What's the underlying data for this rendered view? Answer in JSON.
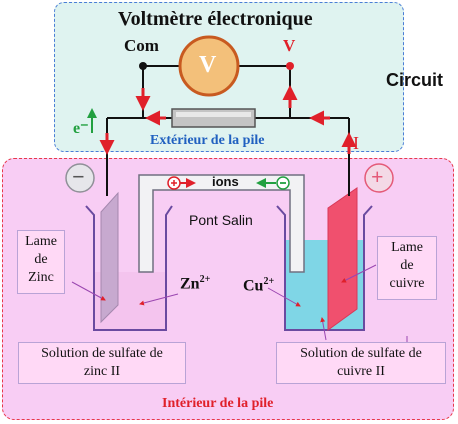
{
  "title": "Voltmètre électronique",
  "voltmeter": {
    "symbol": "V",
    "com_label": "Com",
    "v_label": "V"
  },
  "circuit_label": "Circuit",
  "exterior_label": "Extérieur de la pile",
  "interior_label": "Intérieur de la pile",
  "electron_label": "e⁻",
  "current_label": "I",
  "minus_symbol": "−",
  "plus_symbol": "+",
  "ions_label": "ions",
  "salt_bridge_label": "Pont Salin",
  "zinc_plate_label": [
    "Lame",
    "de",
    "Zinc"
  ],
  "copper_plate_label": [
    "Lame",
    "de",
    "cuivre"
  ],
  "zinc_ion": {
    "symbol": "Zn",
    "charge": "2+"
  },
  "copper_ion": {
    "symbol": "Cu",
    "charge": "2+"
  },
  "zinc_solution_label": [
    "Solution de sulfate de",
    "zinc II"
  ],
  "copper_solution_label": [
    "Solution de sulfate de",
    "cuivre II"
  ],
  "colors": {
    "exterior_border": "#4a7ed6",
    "interior_border": "#e8384a",
    "wire_arrow": "#e0202a",
    "copper_solution": "#7fd6e6",
    "copper_plate": "#f0506e",
    "zinc_plate": "#c7a9cf",
    "voltmeter_fill": "#f3c07a"
  }
}
